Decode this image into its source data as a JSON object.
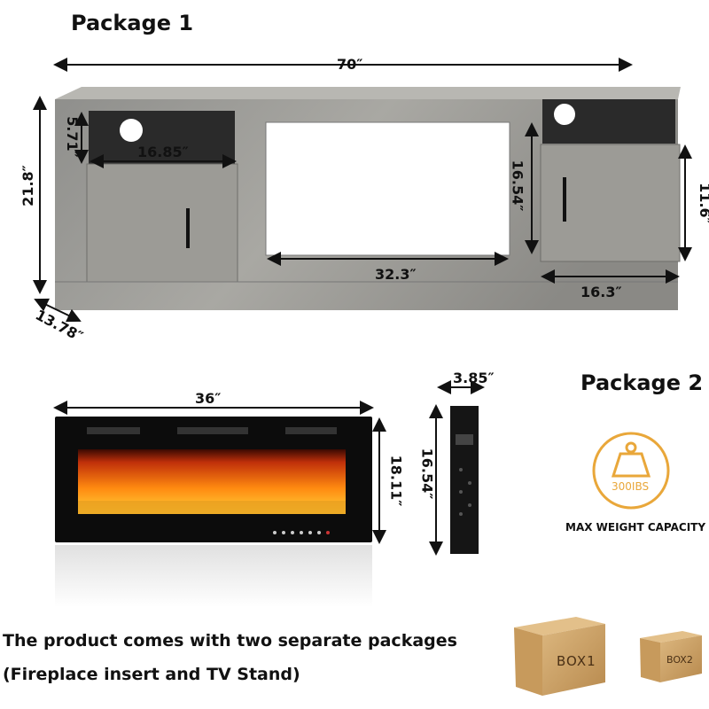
{
  "package1": {
    "title": "Package 1",
    "width": "70″",
    "height": "21.8″",
    "depth": "13.78″",
    "shelf_height": "5.71″",
    "left_cabinet_width": "16.85″",
    "center_height": "16.54″",
    "center_width": "32.3″",
    "right_door_height": "11.6″",
    "right_cabinet_width": "16.3″"
  },
  "package2": {
    "title": "Package 2",
    "insert_width": "36″",
    "insert_height": "18.11″",
    "bracket_height": "16.54″",
    "bracket_depth": "3.85″"
  },
  "weight": {
    "value": "300IBS",
    "label": "MAX WEIGHT CAPACITY",
    "color": "#e9a73a"
  },
  "note": {
    "line1": "The product comes with two separate packages",
    "line2": "(Fireplace insert and TV Stand)"
  },
  "boxes": [
    {
      "label": "BOX1"
    },
    {
      "label": "BOX2"
    }
  ]
}
